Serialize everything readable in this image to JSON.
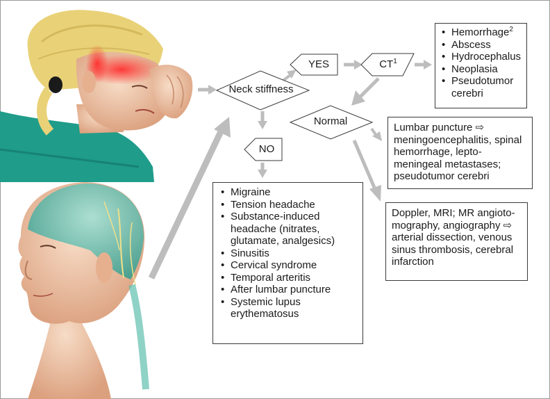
{
  "decision": {
    "neck_stiffness": "Neck stiffness",
    "yes": "YES",
    "no": "NO",
    "ct": "CT",
    "ct_sup": "1",
    "normal": "Normal"
  },
  "ct_findings": [
    {
      "text": "Hemorrhage",
      "sup": "2"
    },
    {
      "text": "Abscess",
      "sup": ""
    },
    {
      "text": "Hydrocephalus",
      "sup": ""
    },
    {
      "text": "Neoplasia",
      "sup": ""
    },
    {
      "text": "Pseudotumor cerebri",
      "sup": ""
    }
  ],
  "lumbar_puncture": "Lumbar puncture ⇨ meningoencephalitis, spinal hemorrhage, lepto-meningeal metastases; pseudotumor cerebri",
  "doppler": "Doppler, MRI; MR angioto-mography, angiography ⇨ arterial dissection, venous sinus thrombosis, cerebral infarction",
  "no_stiffness_causes": [
    "Migraine",
    "Tension headache",
    "Substance-induced headache (nitrates, glutamate, analgesics)",
    "Sinusitis",
    "Cervical syndrome",
    "Temporal arteritis",
    "After lumbar puncture",
    "Systemic lupus erythematosus"
  ],
  "colors": {
    "arrow": "#bdbdbd",
    "skin": "#f1c7a8",
    "shirt": "#1f9c8a",
    "hair": "#e9d178",
    "pain": "#e2343a",
    "head_teal": "#5fbfae"
  }
}
